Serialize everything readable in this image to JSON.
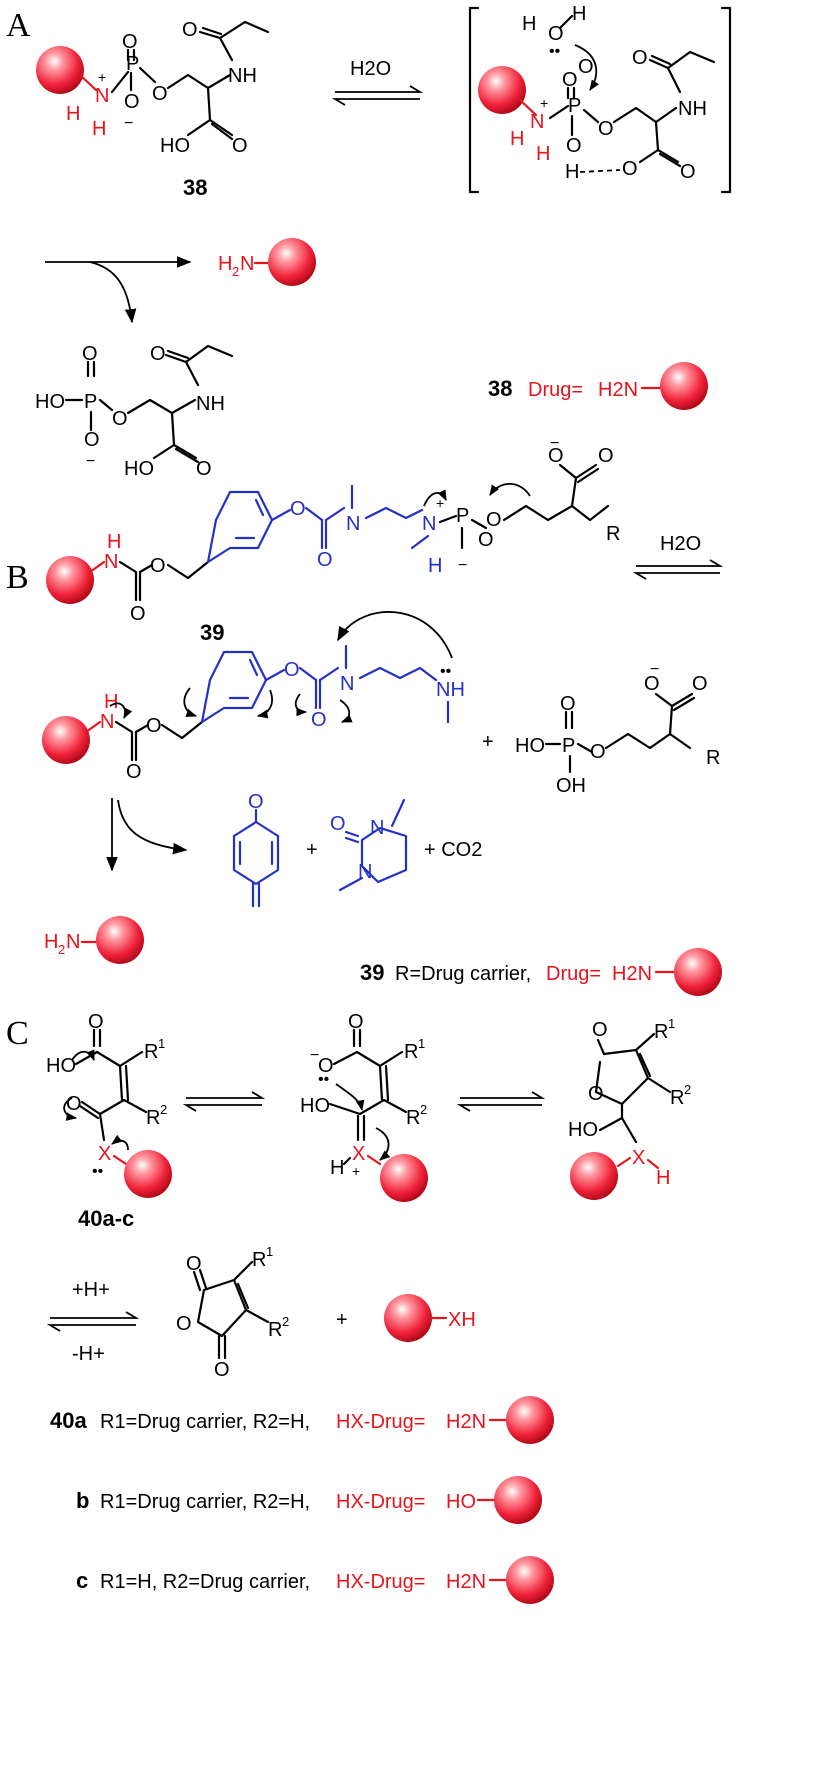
{
  "panels": {
    "A": {
      "label": "A",
      "compound": "38",
      "reagent": "H2O",
      "caption": {
        "num": "38",
        "drug": "Drug=",
        "amine": "H2N"
      }
    },
    "B": {
      "label": "B",
      "compound": "39",
      "reagent": "H2O",
      "co2": "+ CO2",
      "plus": "+",
      "caption": {
        "num": "39",
        "text": "R=Drug carrier,",
        "drug": "Drug=",
        "amine": "H2N"
      }
    },
    "C": {
      "label": "C",
      "compound": "40a-c",
      "forward": "+H+",
      "reverse": "-H+",
      "product": "XH",
      "plus": "+",
      "rows": [
        {
          "id": "40a",
          "text": "R1=Drug carrier, R2=H,",
          "drug": "HX-Drug=",
          "group": "H2N"
        },
        {
          "id": "b",
          "text": "R1=Drug carrier, R2=H,",
          "drug": "HX-Drug=",
          "group": "HO"
        },
        {
          "id": "c",
          "text": "R1=H, R2=Drug carrier,",
          "drug": "HX-Drug=",
          "group": "H2N"
        }
      ]
    }
  },
  "colors": {
    "drug": "#e8141c",
    "linker": "#2530c8",
    "sphere": "#ff3b4a"
  }
}
